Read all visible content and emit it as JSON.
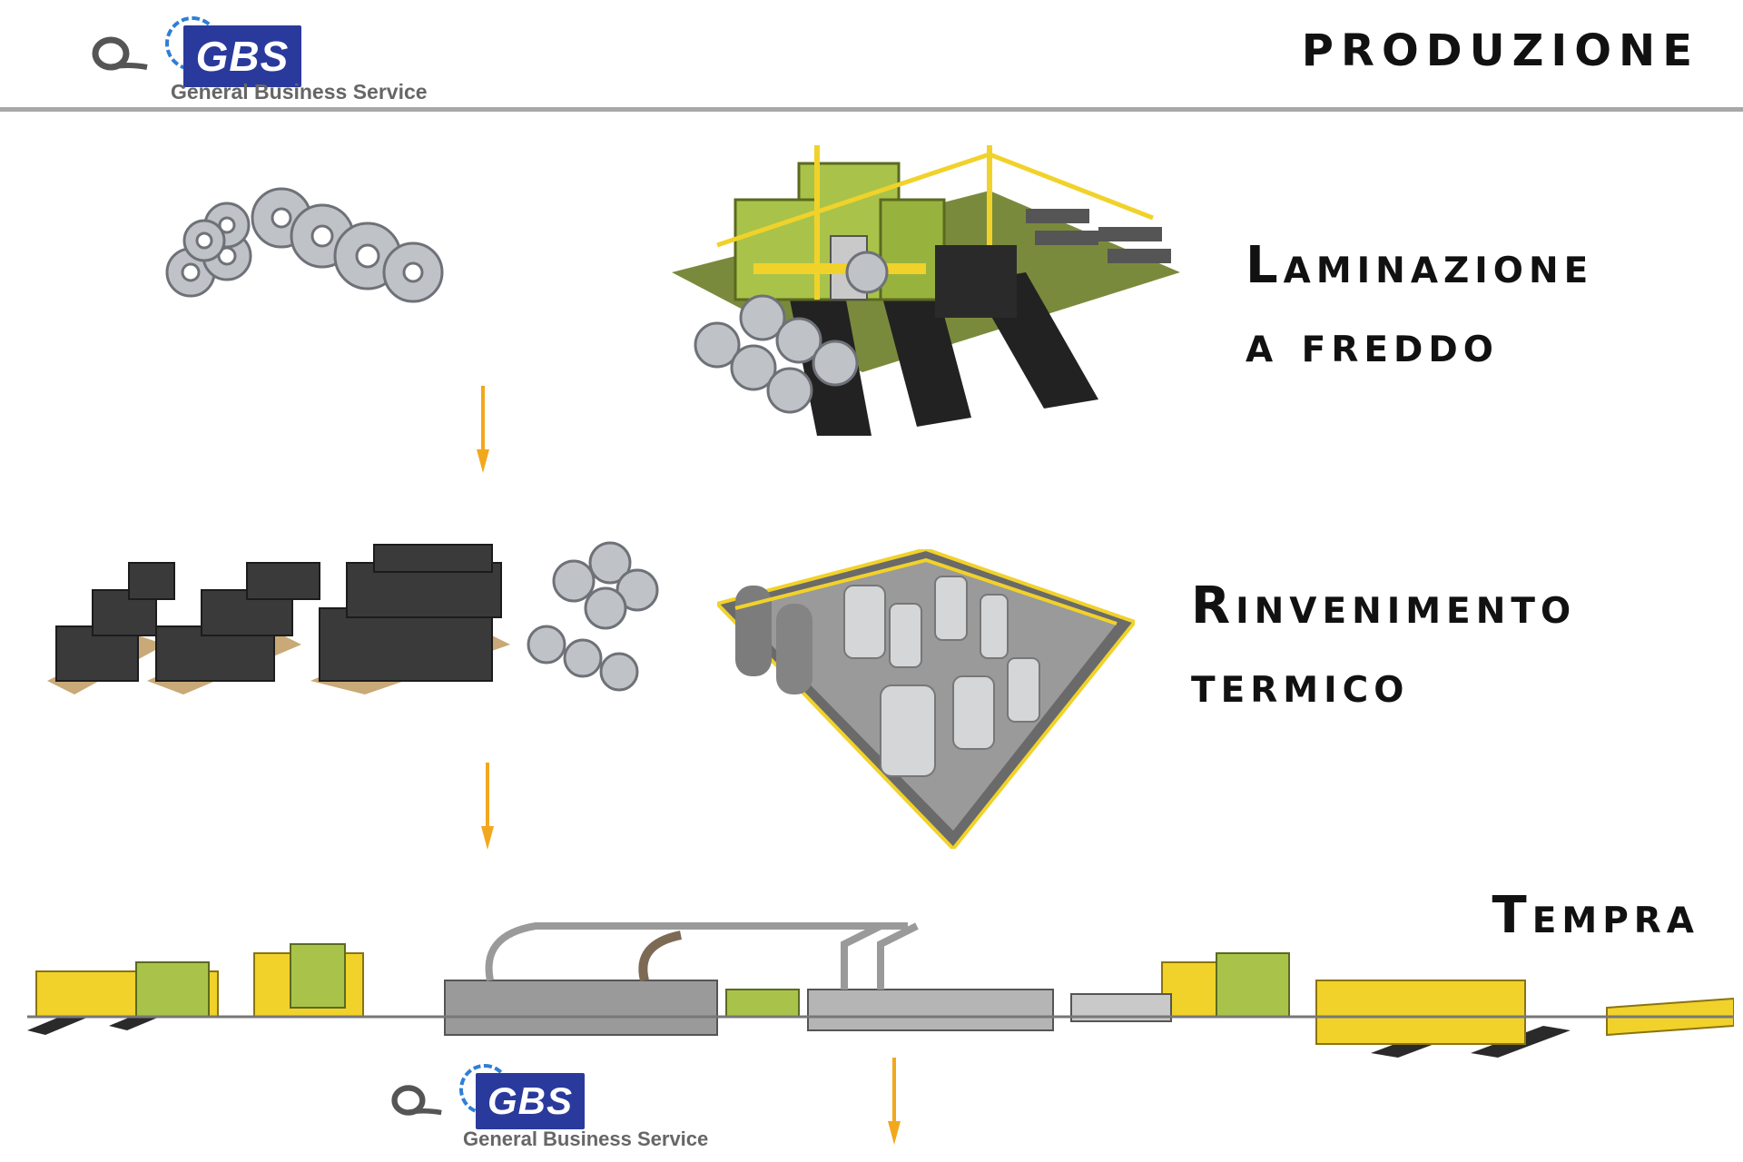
{
  "header": {
    "brand": "GBS",
    "brand_subtitle": "General Business Service",
    "title": "PRODUZIONE"
  },
  "stages": [
    {
      "title_line1": "Laminazione",
      "title_line2": "a freddo"
    },
    {
      "title_line1": "Rinvenimento",
      "title_line2": "termico"
    },
    {
      "title_line1": "Tempra"
    }
  ],
  "footer": {
    "brand": "GBS",
    "brand_subtitle": "General Business Service"
  },
  "colors": {
    "brand_blue": "#2a3a9c",
    "arrow_orange": "#f2a81d",
    "machine_green": "#a9c34a",
    "machine_yellow": "#f1d22a",
    "rule_gray": "#a8a8a8"
  }
}
